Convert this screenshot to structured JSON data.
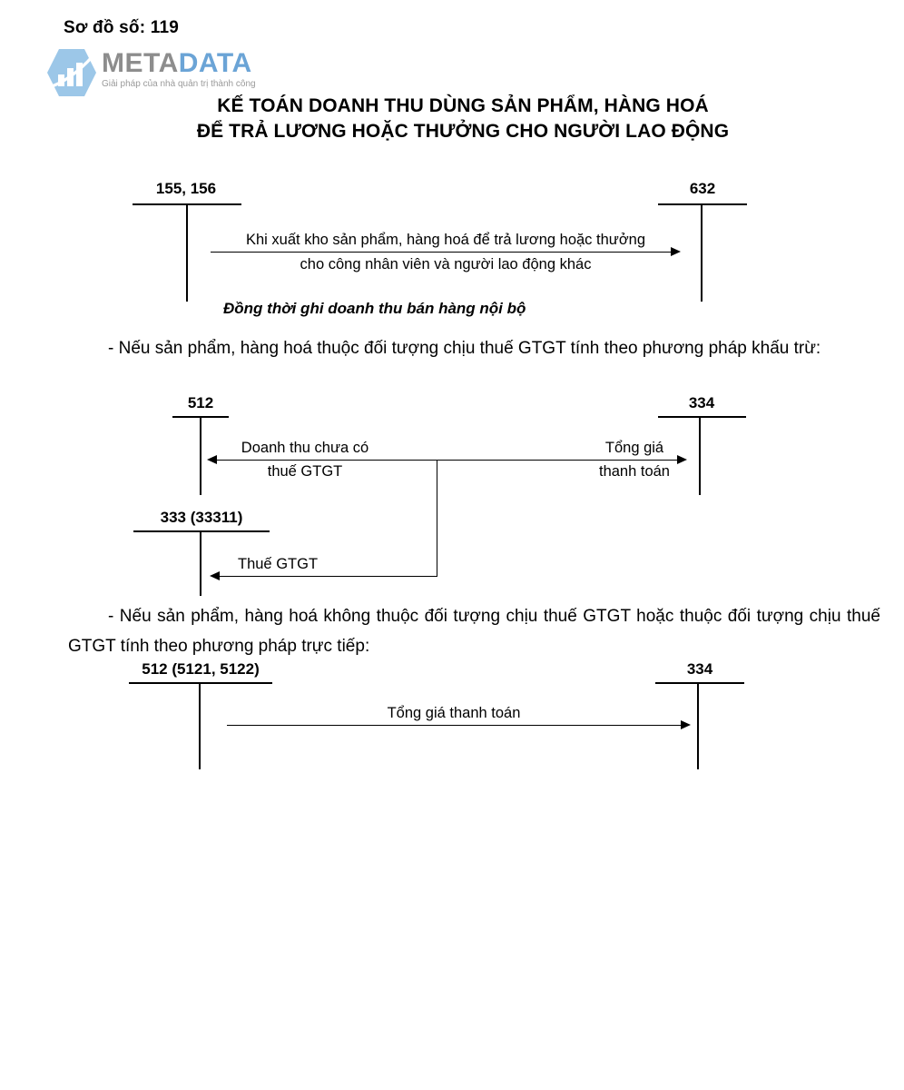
{
  "document": {
    "number_label": "Sơ đồ số: 119",
    "title_lines": [
      "KẾ TOÁN DOANH THU DÙNG SẢN PHẨM, HÀNG HOÁ",
      "ĐỂ TRẢ LƯƠNG HOẶC THƯỞNG CHO NGƯỜI LAO ĐỘNG"
    ]
  },
  "logo": {
    "word_primary": "META",
    "word_secondary": "DATA",
    "tagline": "Giải pháp của nhà quản trị thành công",
    "color_primary": "#8d8d8d",
    "color_secondary": "#6ba4d6",
    "mark_color": "#9cc7e8"
  },
  "sections": [
    {
      "id": "section-1",
      "accounts": [
        {
          "name": "account-155-156",
          "label": "155, 156"
        },
        {
          "name": "account-632",
          "label": "632"
        }
      ],
      "flows": [
        {
          "name": "flow-xuat-kho",
          "direction": "right",
          "label_above": "Khi xuất kho sản phẩm, hàng hoá để trả lương hoặc thưởng",
          "label_below": "cho công nhân viên và người lao động khác"
        }
      ],
      "note": "Đồng thời ghi doanh thu bán hàng nội bộ"
    },
    {
      "id": "section-2",
      "intro": "- Nếu sản phẩm, hàng hoá thuộc đối tượng chịu thuế GTGT tính theo phương pháp khấu trừ:",
      "accounts": [
        {
          "name": "account-512",
          "label": "512"
        },
        {
          "name": "account-334",
          "label": "334"
        },
        {
          "name": "account-333-33311",
          "label": "333 (33311)"
        }
      ],
      "flows": [
        {
          "name": "flow-doanh-thu-chua-co-thue",
          "direction": "left",
          "label_above": "Doanh thu chưa có",
          "label_below": "thuế GTGT"
        },
        {
          "name": "flow-tong-gia-thanh-toan",
          "direction": "right",
          "label_above": "Tổng giá",
          "label_below": "thanh toán"
        },
        {
          "name": "flow-thue-gtgt",
          "direction": "left",
          "label_above": "Thuế GTGT",
          "label_below": ""
        }
      ]
    },
    {
      "id": "section-3",
      "intro": "- Nếu sản phẩm, hàng hoá không thuộc đối tượng chịu thuế GTGT hoặc thuộc đối tượng chịu thuế GTGT tính theo phương pháp trực tiếp:",
      "accounts": [
        {
          "name": "account-512-5121-5122",
          "label": "512 (5121, 5122)"
        },
        {
          "name": "account-334-b",
          "label": "334"
        }
      ],
      "flows": [
        {
          "name": "flow-tong-gia-thanh-toan-2",
          "direction": "right",
          "label_above": "Tổng giá thanh toán",
          "label_below": ""
        }
      ]
    }
  ]
}
